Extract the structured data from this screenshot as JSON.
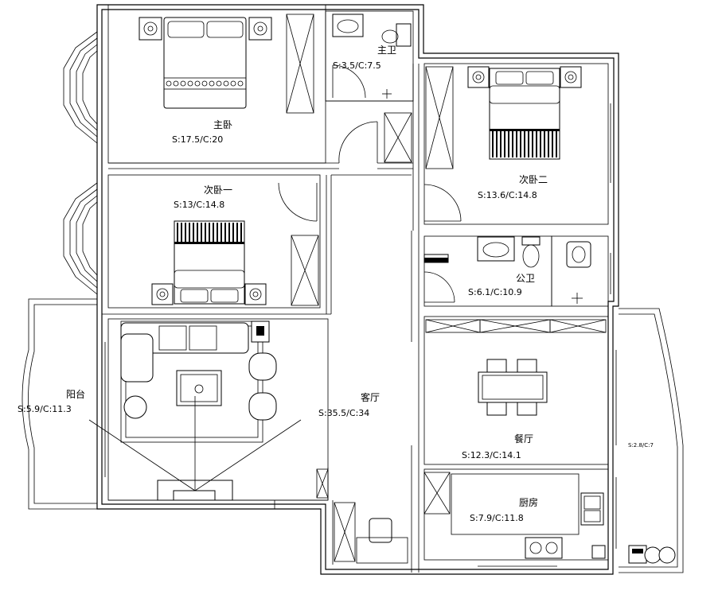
{
  "rooms": {
    "master_bedroom": {
      "name": "主卧",
      "area": "S:17.5/C:20"
    },
    "master_bath": {
      "name": "主卫",
      "area": "S:3.5/C:7.5"
    },
    "bedroom_two": {
      "name": "次卧二",
      "area": "S:13.6/C:14.8"
    },
    "bedroom_one": {
      "name": "次卧一",
      "area": "S:13/C:14.8"
    },
    "public_bath": {
      "name": "公卫",
      "area": "S:6.1/C:10.9"
    },
    "living_room": {
      "name": "客厅",
      "area": "S:35.5/C:34"
    },
    "balcony": {
      "name": "阳台",
      "area": "S:5.9/C:11.3"
    },
    "dining_room": {
      "name": "餐厅",
      "area": "S:12.3/C:14.1"
    },
    "kitchen": {
      "name": "厨房",
      "area": "S:7.9/C:11.8"
    },
    "side_balcony": {
      "area": "S:2.8/C:7"
    }
  }
}
